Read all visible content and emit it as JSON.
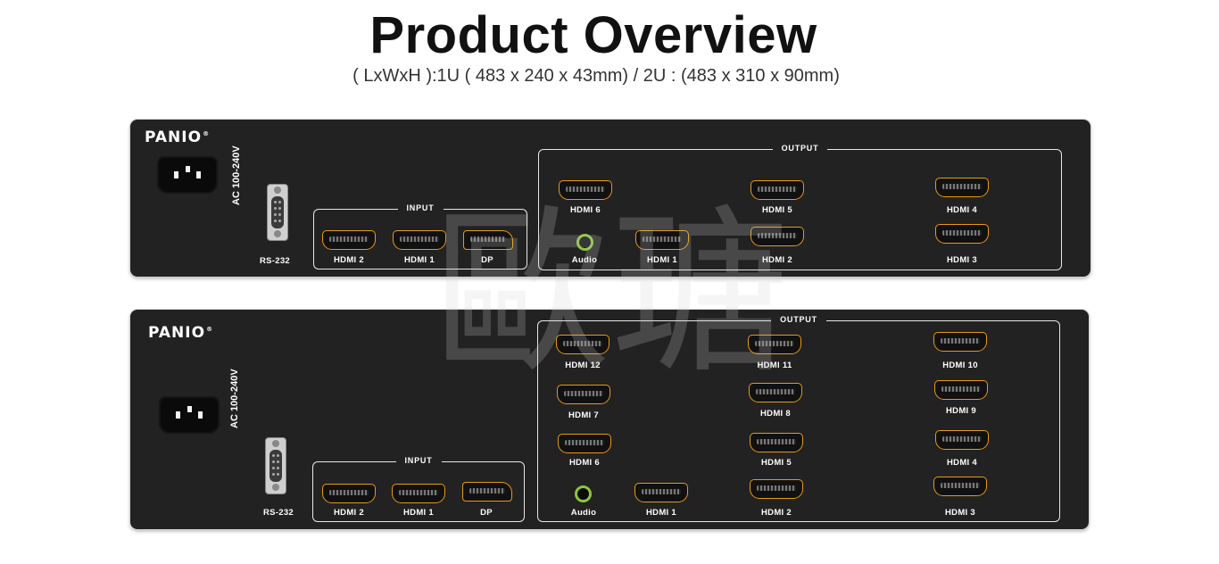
{
  "title": "Product Overview",
  "subtitle": "( LxWxH ):1U ( 483 x 240 x 43mm) / 2U : (483 x 310 x 90mm)",
  "watermark": "歐瑭",
  "colors": {
    "panel": "#222222",
    "hdmi_border": "#e89a16",
    "audio_ring": "#8bc53f"
  },
  "icons": [
    "power-inlet-icon",
    "db9-serial-icon",
    "hdmi-port-icon",
    "displayport-icon",
    "audio-jack-icon"
  ],
  "panel_1u": {
    "brand": "PANIO",
    "voltage": "AC 100-240V",
    "serial": "RS-232",
    "input_title": "INPUT",
    "inputs": [
      "HDMI  2",
      "HDMI  1",
      "DP"
    ],
    "output_title": "OUTPUT",
    "outputs": {
      "row1": [
        "HDMI  6",
        "HDMI  5",
        "HDMI  4"
      ],
      "row2": [
        "Audio",
        "HDMI  1",
        "HDMI  2",
        "HDMI  3"
      ]
    }
  },
  "panel_2u": {
    "brand": "PANIO",
    "voltage": "AC 100-240V",
    "serial": "RS-232",
    "input_title": "INPUT",
    "inputs": [
      "HDMI  2",
      "HDMI  1",
      "DP"
    ],
    "output_title": "OUTPUT",
    "outputs": {
      "row1": [
        "HDMI 12",
        "HDMI 11",
        "HDMI 10"
      ],
      "row2": [
        "HDMI  7",
        "HDMI  8",
        "HDMI  9"
      ],
      "row3": [
        "HDMI  6",
        "HDMI  5",
        "HDMI  4"
      ],
      "row4": [
        "Audio",
        "HDMI  1",
        "HDMI  2",
        "HDMI  3"
      ]
    }
  }
}
